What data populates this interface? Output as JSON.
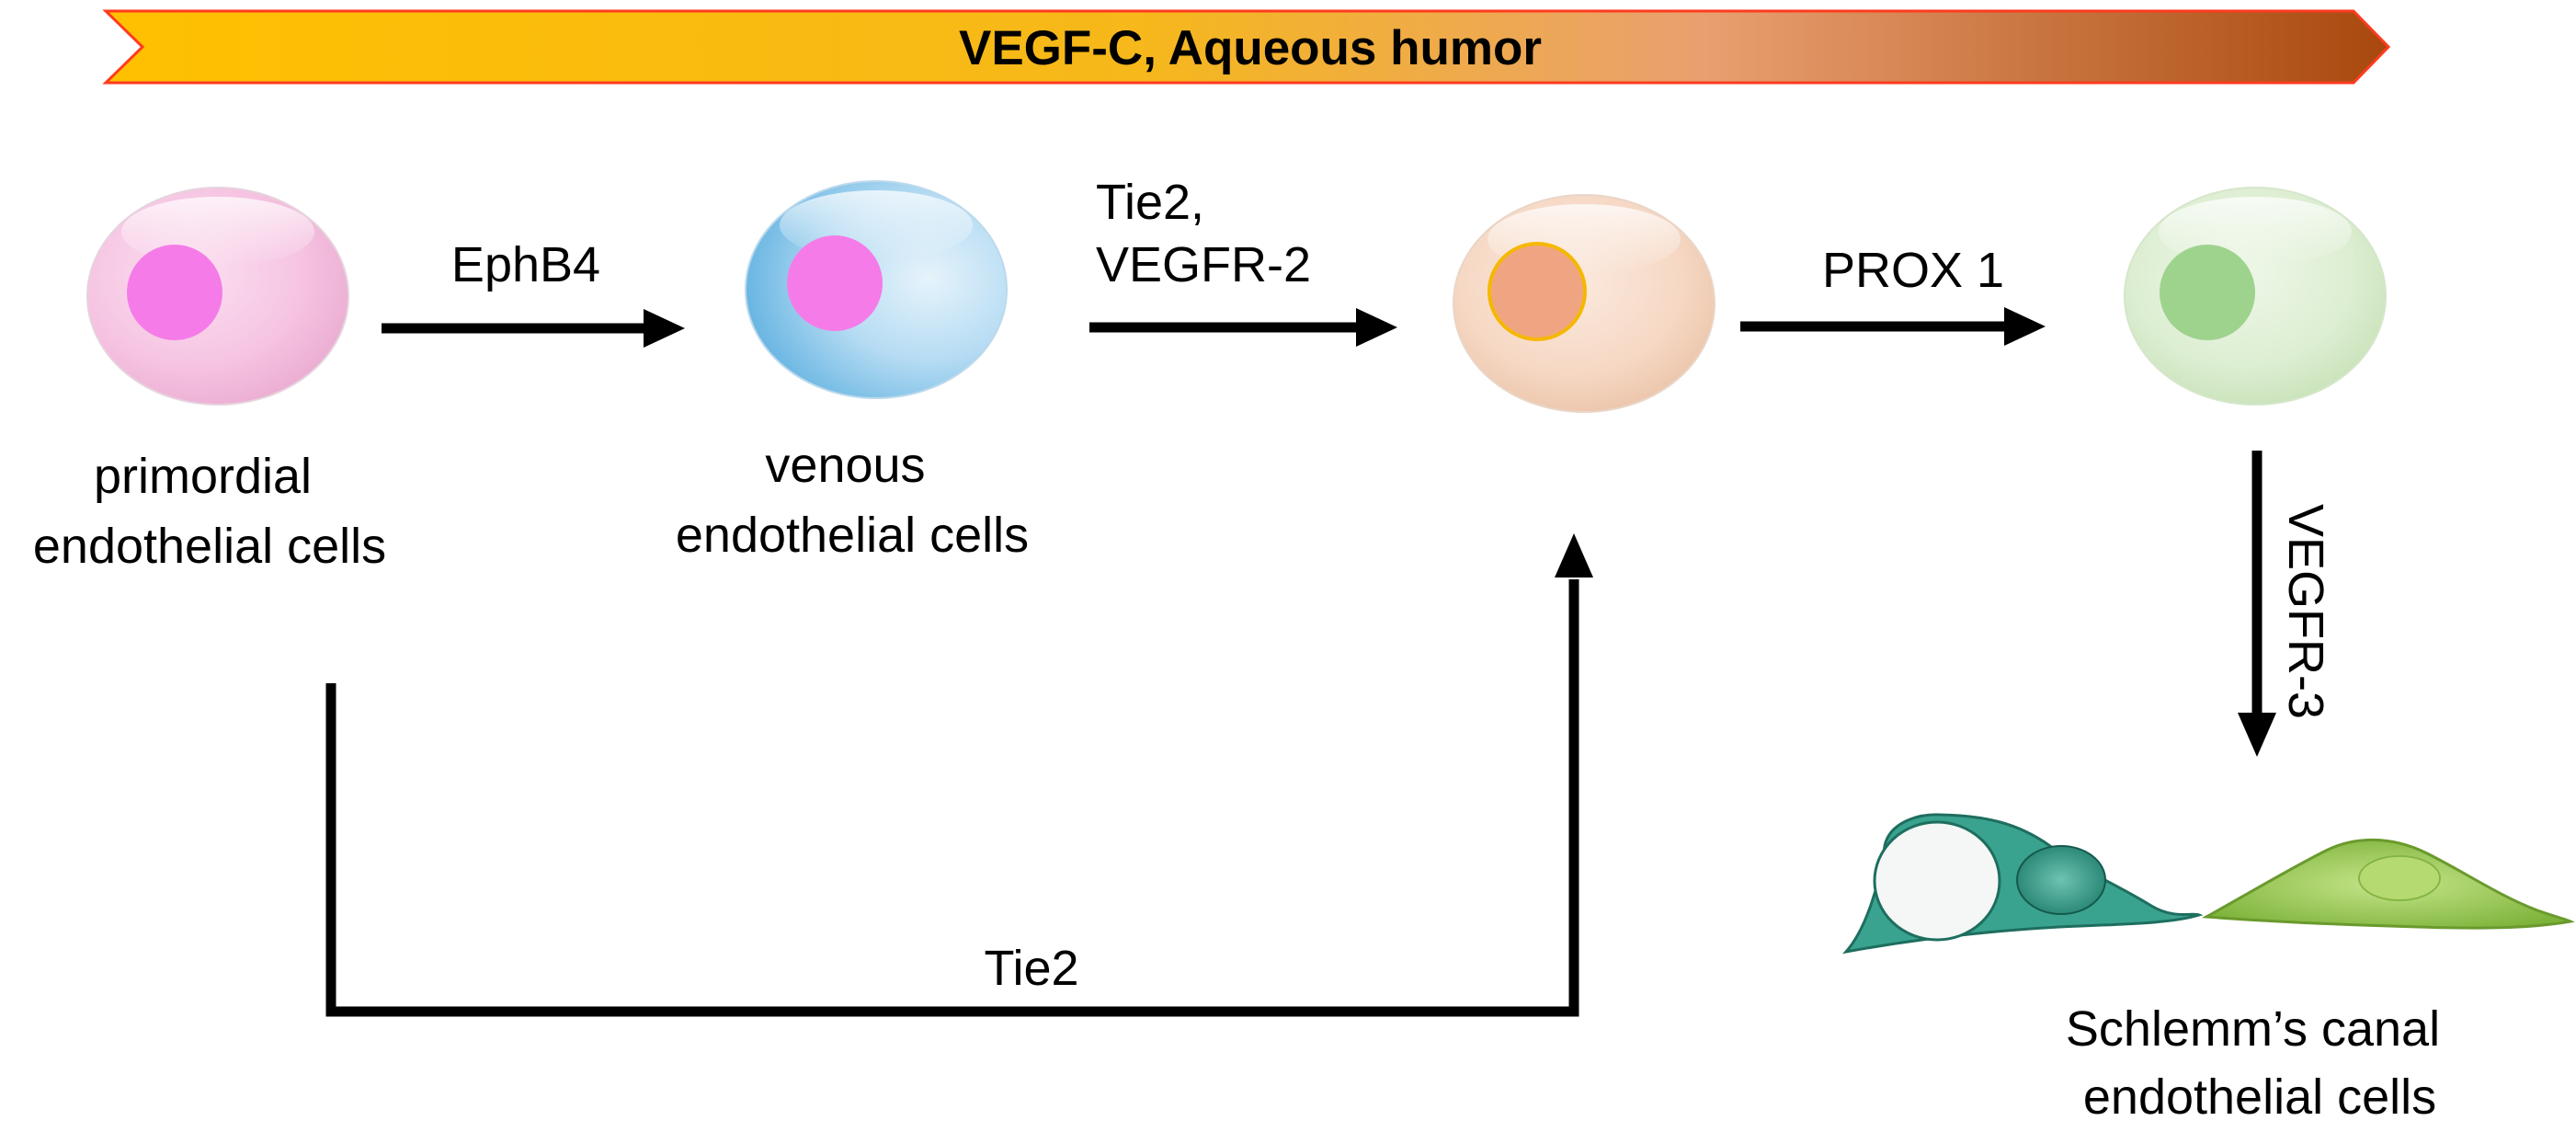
{
  "banner": {
    "text": "VEGF-C, Aqueous humor",
    "color_start": "#FFC000",
    "color_end": "#A8480E",
    "outline": "#FF3B1F"
  },
  "cells": [
    {
      "label_lines": [
        "primordial",
        "endothelial cells"
      ],
      "body_color": "#F6C4E2",
      "nucleus_color": "#F57CE8"
    },
    {
      "label_lines": [
        "venous",
        "endothelial cells"
      ],
      "body_color": "#82C4EC",
      "nucleus_color": "#F57CE8"
    },
    {
      "label_lines": [],
      "body_color": "#F6D2BA",
      "nucleus_color": "#F0A582",
      "nucleus_outline": "#F5B800"
    },
    {
      "label_lines": [],
      "body_color": "#D6EACB",
      "nucleus_color": "#9ED38E"
    }
  ],
  "transitions": [
    {
      "label_lines": [
        "EphB4"
      ]
    },
    {
      "label_lines": [
        "Tie2,",
        "VEGFR-2"
      ]
    },
    {
      "label_lines": [
        "PROX 1"
      ]
    },
    {
      "label_lines": [
        "VEGFR-3"
      ]
    },
    {
      "label_lines": [
        "Tie2"
      ]
    }
  ],
  "final": {
    "label_lines": [
      "Schlemm’s canal",
      "endothelial cells"
    ],
    "cell_left_color": "#2E9B86",
    "cell_right_color": "#9BCB4A"
  }
}
